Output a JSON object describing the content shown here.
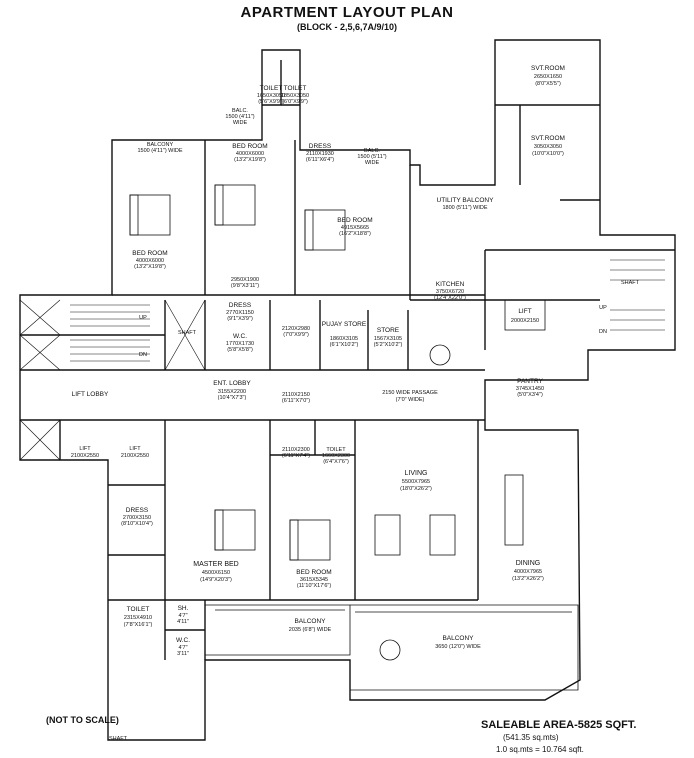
{
  "header": {
    "title": "APARTMENT LAYOUT PLAN",
    "subtitle": "(BLOCK - 2,5,6,7A/9/10)"
  },
  "footer": {
    "not_to_scale": "(NOT TO SCALE)",
    "saleable_area": "SALEABLE AREA-5825 SQFT.",
    "saleable_area_metric": "(541.35 sq.mts)",
    "conversion": "1.0 sq.mts = 10.764 sqft."
  },
  "rooms": {
    "svt_room_1": {
      "name": "SVT.ROOM",
      "dim": "2650X1650",
      "imp": "(8'0\"X5'5\")"
    },
    "svt_room_2": {
      "name": "SVT.ROOM",
      "dim": "3050X3050",
      "imp": "(10'0\"X10'0\")"
    },
    "toilet_a": {
      "name": "TOILET",
      "dim": "1650X3050",
      "imp": "(5'6\"X9'9\")"
    },
    "toilet_b": {
      "name": "TOILET",
      "dim": "1850X3050",
      "imp": "(6'0\"X9'9\")"
    },
    "balcony_top_left": {
      "name": "BALCONY",
      "dim": "1500 (4'11\") WIDE"
    },
    "balc_a": {
      "name": "BALC.",
      "dim": "1500 (4'11\")",
      "extra": "WIDE"
    },
    "balc_b": {
      "name": "BALC.",
      "dim": "1500 (5'11\")",
      "extra": "WIDE"
    },
    "dress_top": {
      "name": "DRESS",
      "dim": "2110X1930",
      "imp": "(6'11\"X6'4\")"
    },
    "bed_room_top": {
      "name": "BED ROOM",
      "dim": "4000X6000",
      "imp": "(13'2\"X19'8\")"
    },
    "bed_room_left": {
      "name": "BED ROOM",
      "dim": "4000X6000",
      "imp": "(13'2\"X19'8\")"
    },
    "bed_room_mid": {
      "name": "BED ROOM",
      "dim": "4915X5665",
      "imp": "(16'2\"X18'8\")"
    },
    "utility_balcony": {
      "name": "UTILITY BALCONY",
      "dim": "1800 (5'11\") WIDE"
    },
    "kitchen": {
      "name": "KITCHEN",
      "dim": "3750X6720",
      "imp": "(12'4\"X22'0\")"
    },
    "passage_top": {
      "dim": "2950X1900",
      "imp": "(9'8\"X3'11\")"
    },
    "dress_mid": {
      "name": "DRESS",
      "dim": "2770X1150",
      "imp": "(9'1\"X3'9\")"
    },
    "wc_mid": {
      "name": "W.C.",
      "dim": "1770X1730",
      "imp": "(5'8\"X5'8\")"
    },
    "lobby_a": {
      "dim": "2120X2980",
      "imp": "(7'0\"X9'9\")"
    },
    "pujay_store": {
      "name": "PUJAY STORE",
      "dim": "1860X3105",
      "imp": "(6'1\"X10'2\")"
    },
    "store": {
      "name": "STORE",
      "dim": "1567X3105",
      "imp": "(5'2\"X10'2\")"
    },
    "lift_right": {
      "name": "LIFT",
      "dim": "2000X2150"
    },
    "lift_lobby": {
      "name": "LIFT LOBBY"
    },
    "ent_lobby": {
      "name": "ENT. LOBBY",
      "dim": "3155X2200",
      "imp": "(10'4\"X7'3\")"
    },
    "lobby_b": {
      "dim": "2110X2150",
      "imp": "(6'11\"X7'0\")"
    },
    "passage": {
      "name": "2150 WIDE PASSAGE",
      "imp": "(7'0\" WIDE)"
    },
    "pantry": {
      "name": "PANTRY",
      "dim": "3745X1450",
      "imp": "(5'0\"X3'4\")"
    },
    "lift_a": {
      "name": "LIFT",
      "dim": "2100X2550"
    },
    "lift_b": {
      "name": "LIFT",
      "dim": "2100X2550"
    },
    "lobby_c": {
      "dim": "2110X2300",
      "imp": "(6'11\"X7'4\")"
    },
    "toilet_mid": {
      "name": "TOILET",
      "dim": "1660X2300",
      "imp": "(6'4\"X7'6\")"
    },
    "living": {
      "name": "LIVING",
      "dim": "5500X7965",
      "imp": "(18'0\"X26'2\")"
    },
    "dining": {
      "name": "DINING",
      "dim": "4000X7965",
      "imp": "(13'2\"X26'2\")"
    },
    "dress_master": {
      "name": "DRESS",
      "dim": "2700X3150",
      "imp": "(8'10\"X10'4\")"
    },
    "master_bed": {
      "name": "MASTER BED",
      "dim": "4500X6150",
      "imp": "(14'9\"X20'3\")"
    },
    "bed_room_bottom": {
      "name": "BED ROOM",
      "dim": "3615X5345",
      "imp": "(11'10\"X17'6\")"
    },
    "toilet_bottom": {
      "name": "TOILET",
      "dim": "2315X4910",
      "imp": "(7'8\"X16'1\")"
    },
    "shower": {
      "name": "SH.",
      "dim": "4'7\"",
      "imp": "4'11\""
    },
    "wc_bottom": {
      "name": "W.C.",
      "dim": "4'7\"",
      "imp": "3'11\""
    },
    "balcony_bed": {
      "name": "BALCONY",
      "dim": "2035 (6'8\") WIDE"
    },
    "balcony_main": {
      "name": "BALCONY",
      "dim": "3650 (12'0\") WIDE"
    },
    "shaft_a": {
      "name": "SHAFT"
    },
    "shaft_b": {
      "name": "SHAFT"
    },
    "shaft_c": {
      "name": "SHAFT"
    },
    "up_a": {
      "name": "UP"
    },
    "dn_a": {
      "name": "DN"
    },
    "up_b": {
      "name": "UP"
    },
    "dn_b": {
      "name": "DN"
    }
  }
}
